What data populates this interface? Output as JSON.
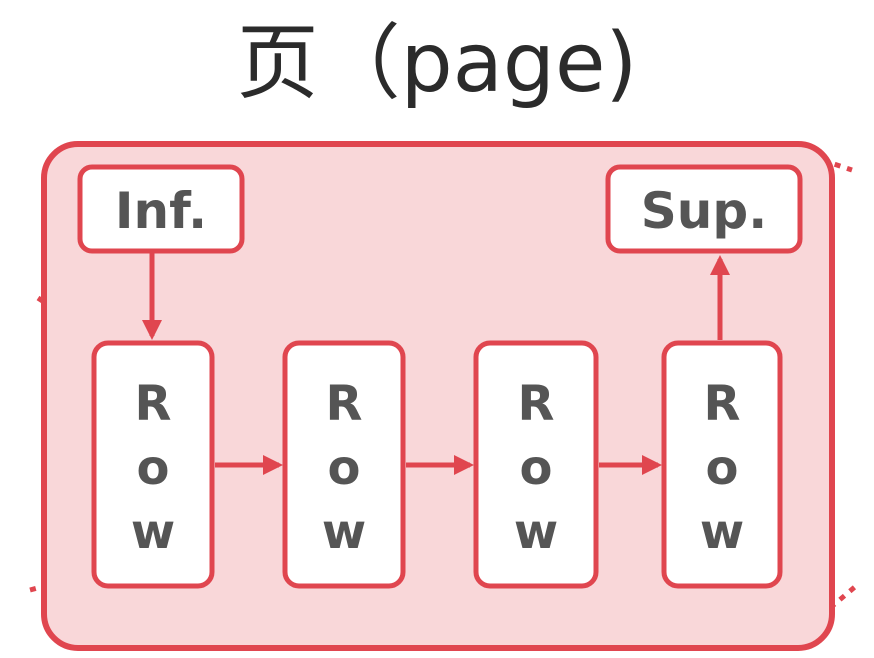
{
  "title": "页（page)",
  "nodes": {
    "infimum": "Inf.",
    "supremum": "Sup."
  },
  "rows": [
    {
      "label": [
        "R",
        "o",
        "w"
      ]
    },
    {
      "label": [
        "R",
        "o",
        "w"
      ]
    },
    {
      "label": [
        "R",
        "o",
        "w"
      ]
    },
    {
      "label": [
        "R",
        "o",
        "w"
      ]
    }
  ],
  "colors": {
    "accent": "#e0464f",
    "page_fill": "#f9d7d9",
    "text": "#555555"
  }
}
